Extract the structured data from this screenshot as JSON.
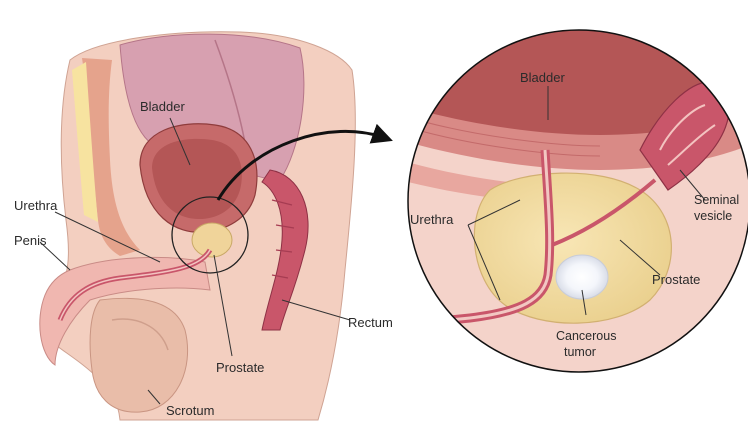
{
  "labels": {
    "left": {
      "bladder": "Bladder",
      "urethra": "Urethra",
      "penis": "Penis",
      "rectum": "Rectum",
      "prostate": "Prostate",
      "scrotum": "Scrotum"
    },
    "right": {
      "bladder": "Bladder",
      "urethra": "Urethra",
      "seminal_vesicle_line1": "Seminal",
      "seminal_vesicle_line2": "vesicle",
      "prostate": "Prostate",
      "tumor_line1": "Cancerous",
      "tumor_line2": "tumor"
    }
  },
  "colors": {
    "skin": "#f3cfc0",
    "skin_shadow": "#e7b3a2",
    "bladder": "#c66a6a",
    "bladder_dark": "#a64a4a",
    "muscle": "#c9566a",
    "prostate": "#f3dba0",
    "prostate_edge": "#d9b97a",
    "fat": "#f7e3a0",
    "tumor": "#ffffff",
    "outline": "#222222"
  }
}
